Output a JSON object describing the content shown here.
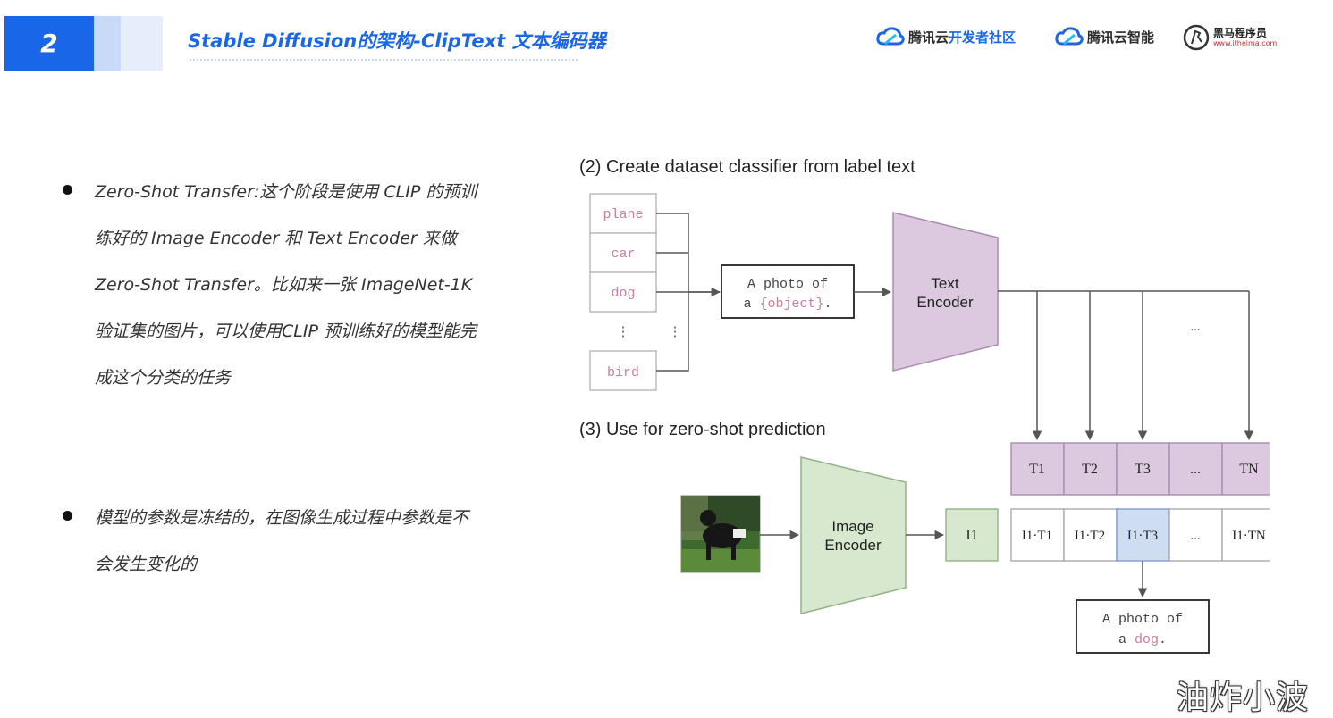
{
  "header": {
    "number": "2",
    "title": "Stable Diffusion的架构-ClipText 文本编码器",
    "logos": [
      {
        "text": "腾讯云",
        "accent": "开发者社区"
      },
      {
        "text": "腾讯云智能"
      },
      {
        "text": "黑马程序员",
        "sub": "www.itheima.com"
      }
    ]
  },
  "bullets": [
    {
      "lines": [
        "Zero-Shot Transfer:这个阶段是使用 CLIP 的预训",
        "练好的 Image Encoder 和 Text Encoder 来做",
        "Zero-Shot Transfer。比如来一张 ImageNet-1K",
        "验证集的图片，可以使用CLIP 预训练好的模型能完",
        "成这个分类的任务"
      ]
    },
    {
      "lines": [
        "模型的参数是冻结的，在图像生成过程中参数是不",
        "会发生变化的"
      ]
    }
  ],
  "diagram": {
    "section2": "(2) Create dataset classifier from label text",
    "section3": "(3) Use for zero-shot prediction",
    "labels": [
      "plane",
      "car",
      "dog",
      "bird"
    ],
    "vdots": "⋮",
    "prompt_line1": "A photo of",
    "prompt_line2_a": "a ",
    "prompt_line2_obj": "{object}",
    "prompt_line2_end": ".",
    "text_encoder_1": "Text",
    "text_encoder_2": "Encoder",
    "image_encoder_1": "Image",
    "image_encoder_2": "Encoder",
    "ellipsis": "...",
    "t_labels": [
      "T1",
      "T2",
      "T3",
      "...",
      "TN"
    ],
    "i1": "I1",
    "products": [
      "I1·T1",
      "I1·T2",
      "I1·T3",
      "...",
      "I1·TN"
    ],
    "result_line1": "A photo of",
    "result_line2_a": "a ",
    "result_line2_word": "dog",
    "result_line2_end": "."
  },
  "colors": {
    "accent_blue": "#1a66e8",
    "text_encoder": "#dcc8df",
    "image_encoder": "#d8e8cf",
    "highlight": "#cfddf2",
    "label_pink": "#c47fa0"
  },
  "watermark": "油炸小波"
}
